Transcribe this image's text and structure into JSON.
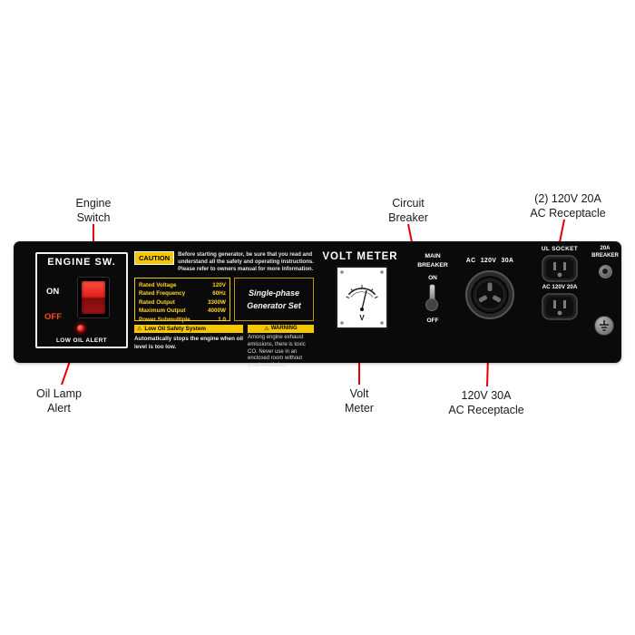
{
  "colors": {
    "accent_red": "#e60000",
    "label_yellow": "#f6c700",
    "panel_black": "#0a0a0a"
  },
  "callouts": {
    "engine_switch": {
      "line1": "Engine",
      "line2": "Switch"
    },
    "circuit_breaker": {
      "line1": "Circuit",
      "line2": "Breaker"
    },
    "receptacle_20a": {
      "line1": "(2) 120V 20A",
      "line2": "AC Receptacle"
    },
    "oil_lamp": {
      "line1": "Oil Lamp",
      "line2": "Alert"
    },
    "volt_meter": {
      "line1": "Volt",
      "line2": "Meter"
    },
    "receptacle_30a": {
      "line1": "120V 30A",
      "line2": "AC Receptacle"
    }
  },
  "panel": {
    "engine_switch": {
      "title": "ENGINE SW.",
      "on": "ON",
      "off": "OFF",
      "low_oil": "LOW OIL ALERT"
    },
    "caution": {
      "badge": "CAUTION",
      "text": "Before starting generator, be sure that you read and understand all the safety and operating instructions. Please refer to owners manual for more information."
    },
    "specs": {
      "rows": [
        {
          "label": "Rated Voltage",
          "value": "120V"
        },
        {
          "label": "Rated Frequency",
          "value": "60Hz"
        },
        {
          "label": "Rated Output",
          "value": "3300W"
        },
        {
          "label": "Maximum Output",
          "value": "4000W"
        },
        {
          "label": "Power Submultiple",
          "value": "1.0"
        }
      ]
    },
    "generator_set": {
      "line1": "Single-phase",
      "line2": "Generator Set"
    },
    "low_oil_system": {
      "title": "Low Oil Safety System",
      "text": "Automatically stops the engine when oil level is too low."
    },
    "warning": {
      "badge": "WARNING",
      "text": "Among engine exhaust emissions, there is toxic CO. Never use in an enclosed room without good ventilation."
    },
    "volt_meter": {
      "label": "VOLT METER",
      "unit": "V"
    },
    "main_breaker": {
      "line1": "MAIN",
      "line2": "BREAKER",
      "on": "ON",
      "off": "OFF"
    },
    "receptacle_30a_label": "AC 120V 30A",
    "ul_socket_label": "UL SOCKET",
    "receptacle_20a_label": "AC 120V 20A",
    "breaker_20a": {
      "line1": "20A",
      "line2": "BREAKER"
    }
  }
}
